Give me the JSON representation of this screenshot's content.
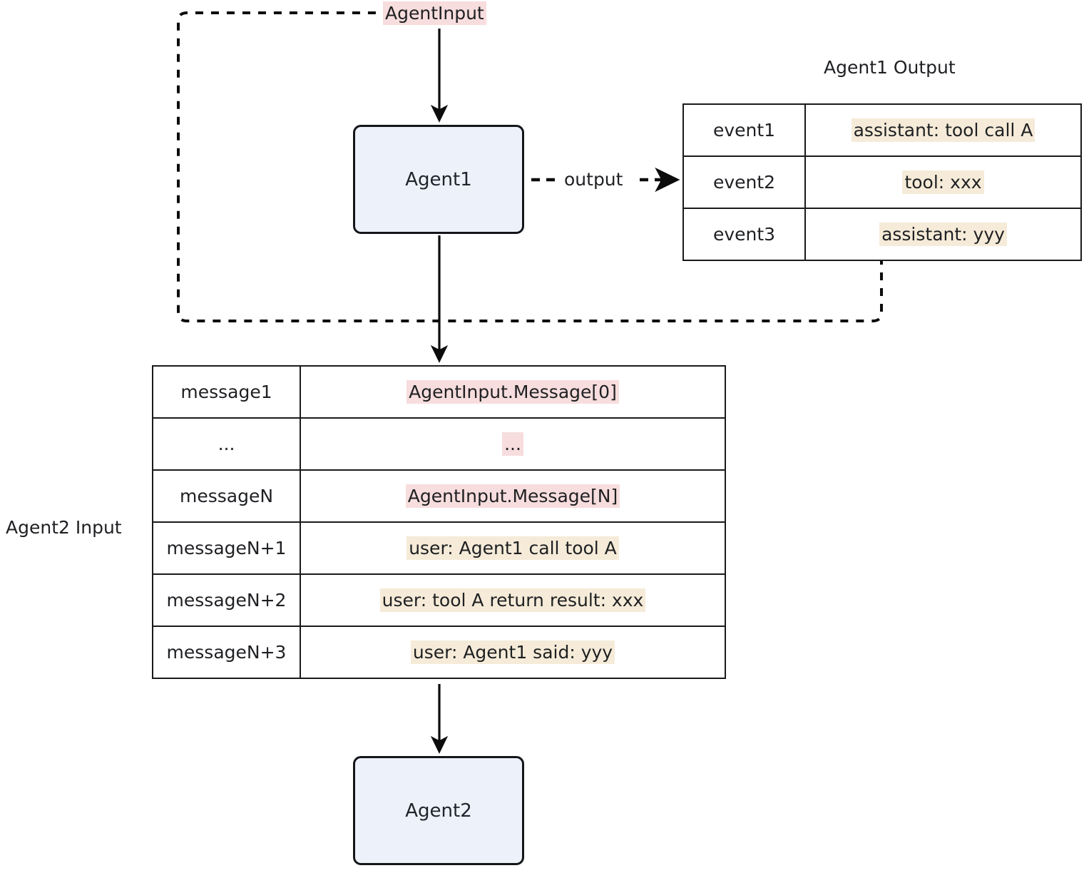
{
  "diagram": {
    "title_agent1_output": "Agent1 Output",
    "label_agent2_input": "Agent2 Input",
    "label_agent_input": "AgentInput",
    "label_output_edge": "output"
  },
  "nodes": {
    "agent1": {
      "label": "Agent1"
    },
    "agent2": {
      "label": "Agent2"
    }
  },
  "agent1_output_table": {
    "rows": [
      {
        "key": "event1",
        "value": "assistant: tool call A",
        "highlight": "beige"
      },
      {
        "key": "event2",
        "value": "tool: xxx",
        "highlight": "beige"
      },
      {
        "key": "event3",
        "value": "assistant: yyy",
        "highlight": "beige"
      }
    ]
  },
  "agent2_input_table": {
    "rows": [
      {
        "key": "message1",
        "value": "AgentInput.Message[0]",
        "highlight": "pink"
      },
      {
        "key": "...",
        "value": "...",
        "highlight": "pink"
      },
      {
        "key": "messageN",
        "value": "AgentInput.Message[N]",
        "highlight": "pink"
      },
      {
        "key": "messageN+1",
        "value": "user: Agent1 call tool A",
        "highlight": "beige"
      },
      {
        "key": "messageN+2",
        "value": "user: tool A return result: xxx",
        "highlight": "beige"
      },
      {
        "key": "messageN+3",
        "value": "user: Agent1 said: yyy",
        "highlight": "beige"
      }
    ]
  },
  "colors": {
    "node_fill": "#ECF1FA",
    "stroke": "#14161a",
    "highlight_pink": "#F7DDDD",
    "highlight_beige": "#F5EBD8",
    "text": "#1f2023"
  }
}
